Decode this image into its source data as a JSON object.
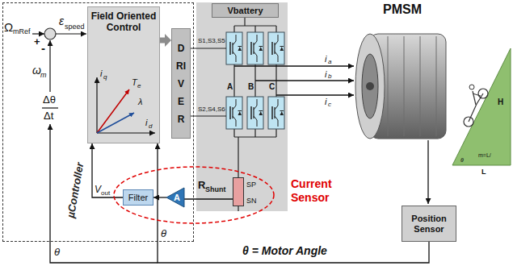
{
  "diagram": {
    "nodes": [
      {
        "text": [
          "µController"
        ]
      },
      {
        "text": [
          "Field Oriented Control"
        ],
        "in": 0
      },
      {
        "text": [
          "DRIVER"
        ],
        "in": 0
      },
      {
        "text": [
          "Vbattery"
        ]
      },
      {
        "text": [
          "Current Sensor"
        ]
      },
      {
        "text": [
          "Filter"
        ],
        "in": 4
      },
      {
        "text": [
          "A"
        ],
        "in": 4
      },
      {
        "text": [
          "R",
          "Shunt",
          "SP",
          "SN"
        ],
        "in": 4
      },
      {
        "text": [
          "Position Sensor"
        ]
      }
    ],
    "edges": [
      {
        "from": 1,
        "to": 2,
        "arrow": "to"
      },
      {
        "from": 7,
        "to": 6,
        "arrow": "none"
      },
      {
        "from": 6,
        "to": 5,
        "arrow": "to"
      },
      {
        "from": 5,
        "to": 1,
        "arrow": "to"
      },
      {
        "from": 8,
        "to": 1,
        "arrow": "to"
      }
    ],
    "labels": [
      "Ω",
      "mRef",
      "+",
      "-",
      "ε",
      "speed",
      "ω",
      "m",
      "Δθ",
      "Δt",
      "i",
      "q",
      "T",
      "e",
      "λ",
      "i",
      "d",
      "S1,S3,S5",
      "S2,S4,S6",
      "A",
      "B",
      "C",
      "i",
      "a",
      "i",
      "b",
      "i",
      "c",
      "V",
      "out",
      "θ",
      "θ",
      "θ = Motor Angle",
      "PMSM",
      "H",
      "L",
      "m=L/",
      "θ"
    ]
  }
}
